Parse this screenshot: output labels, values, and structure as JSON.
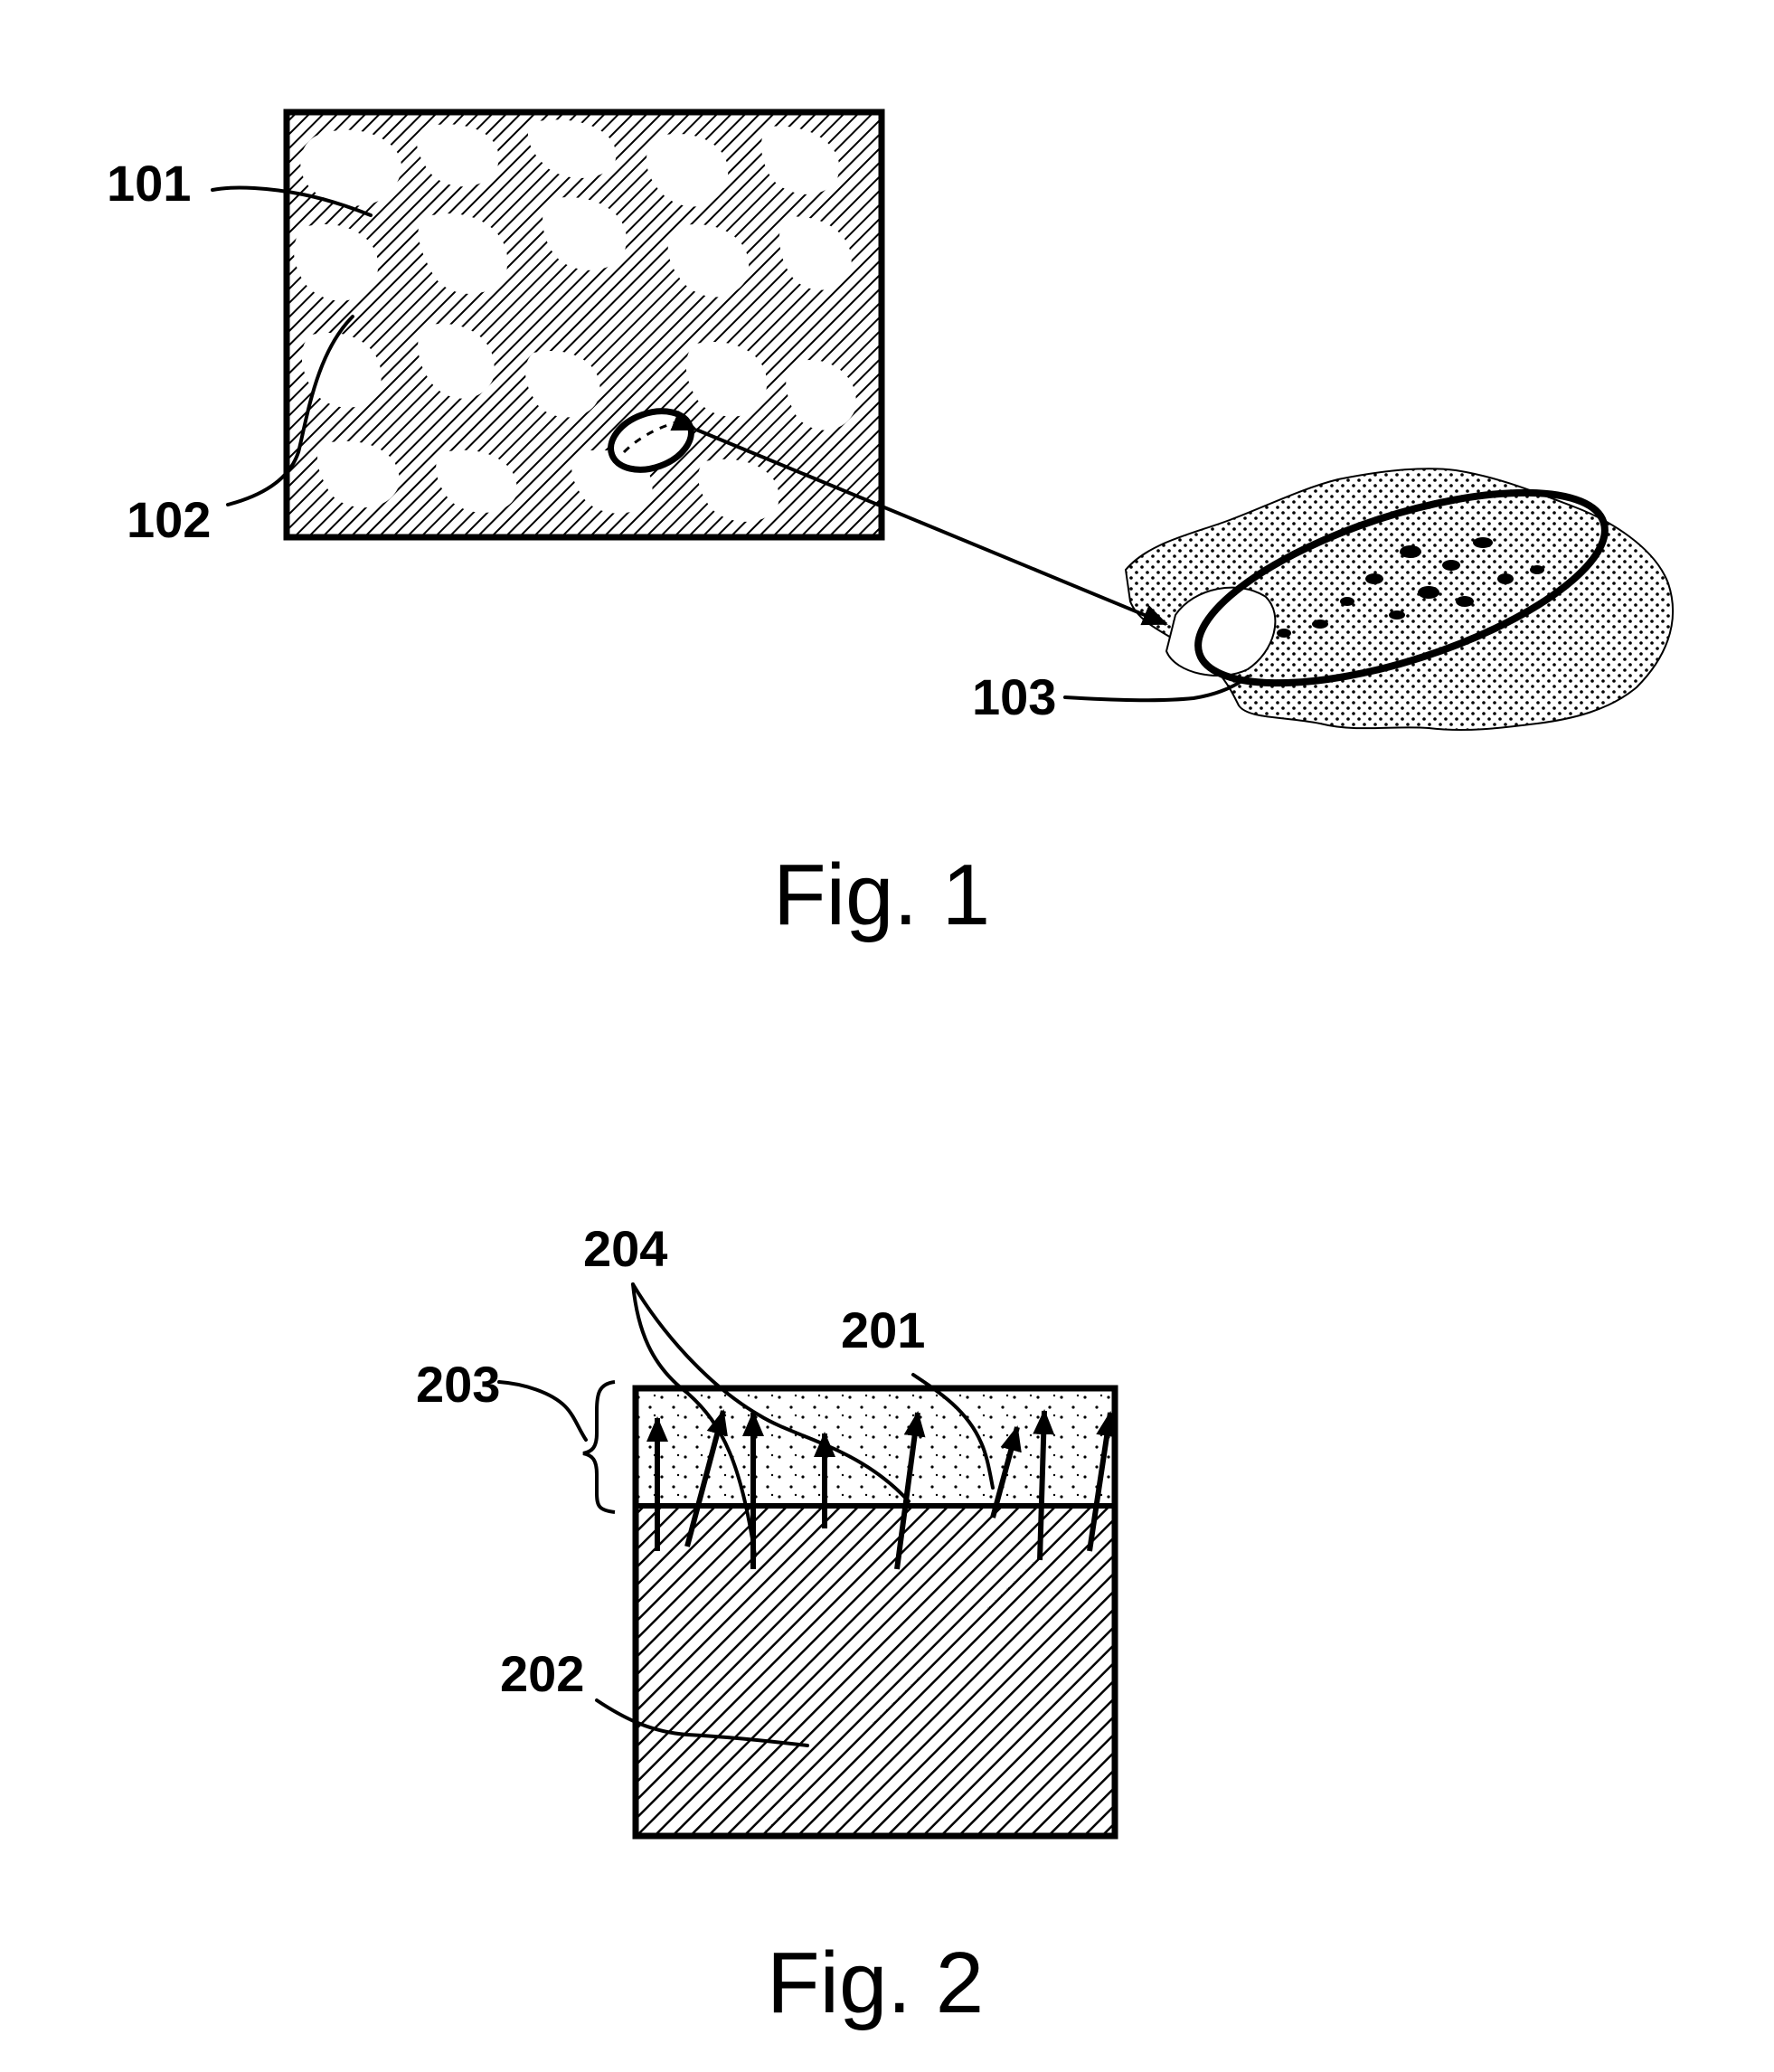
{
  "sheet": {
    "ink_color": "#000000",
    "paper_color": "#ffffff"
  },
  "figure1": {
    "caption": "Fig. 1",
    "labels": {
      "ref_101": "101",
      "ref_102": "102",
      "ref_103": "103"
    },
    "elements": {
      "substrate": "hatched rectangle with irregular unhatched regions",
      "selected_region": "small ellipse on substrate",
      "magnified_flake": "stippled irregular particle encircled by large ellipse",
      "magnification_arrow": "double-headed arrow linking small ellipse and magnified view"
    }
  },
  "figure2": {
    "caption": "Fig. 2",
    "labels": {
      "ref_201": "201",
      "ref_202": "202",
      "ref_203": "203",
      "ref_204": "204"
    },
    "elements": {
      "top_layer": "stippled layer",
      "base_layer": "diagonally hatched layer",
      "bracket": "curly brace spanning top layer",
      "upward_arrows": 8
    }
  }
}
